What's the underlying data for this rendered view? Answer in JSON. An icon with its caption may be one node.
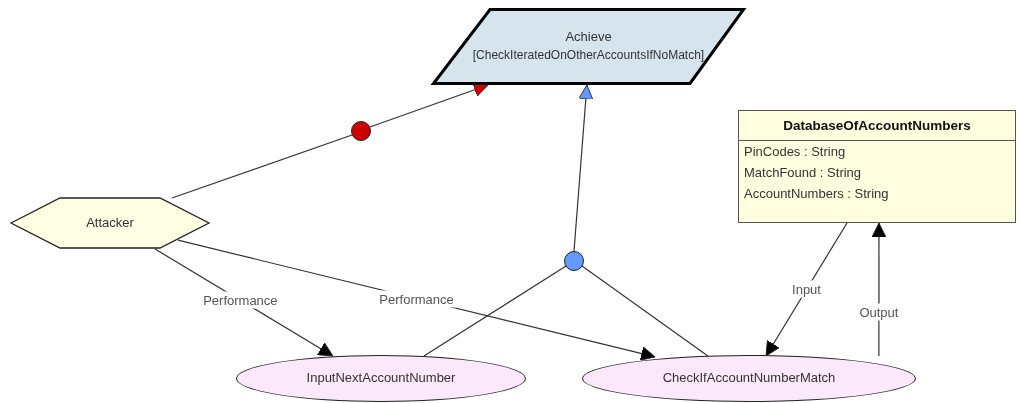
{
  "diagram": {
    "nodes": [
      {
        "text": [
          "Achieve",
          "[CheckIteratedOnOtherAccountsIfNoMatch]"
        ]
      },
      {
        "text": [],
        "shape": "circle"
      },
      {
        "text": [
          "Attacker"
        ]
      },
      {
        "text": [],
        "shape": "circle"
      },
      {
        "text": [
          "DatabaseOfAccountNumbers",
          "PinCodes : String",
          "MatchFound : String",
          "AccountNumbers : String"
        ]
      },
      {
        "text": [
          "InputNextAccountNumber"
        ]
      },
      {
        "text": [
          "CheckIfAccountNumberMatch"
        ]
      }
    ],
    "edges": [
      {
        "from": 2,
        "to": 1,
        "arrow": "none"
      },
      {
        "from": 1,
        "to": 0,
        "arrow": "to"
      },
      {
        "from": 3,
        "to": 0,
        "arrow": "to"
      },
      {
        "from": 5,
        "to": 3,
        "arrow": "none"
      },
      {
        "from": 6,
        "to": 3,
        "arrow": "none"
      },
      {
        "from": 2,
        "to": 5,
        "arrow": "to",
        "label": "Performance"
      },
      {
        "from": 2,
        "to": 6,
        "arrow": "to",
        "label": "Performance"
      },
      {
        "from": 4,
        "to": 6,
        "arrow": "to",
        "label": "Input"
      },
      {
        "from": 6,
        "to": 4,
        "arrow": "to",
        "label": "Output"
      }
    ]
  }
}
